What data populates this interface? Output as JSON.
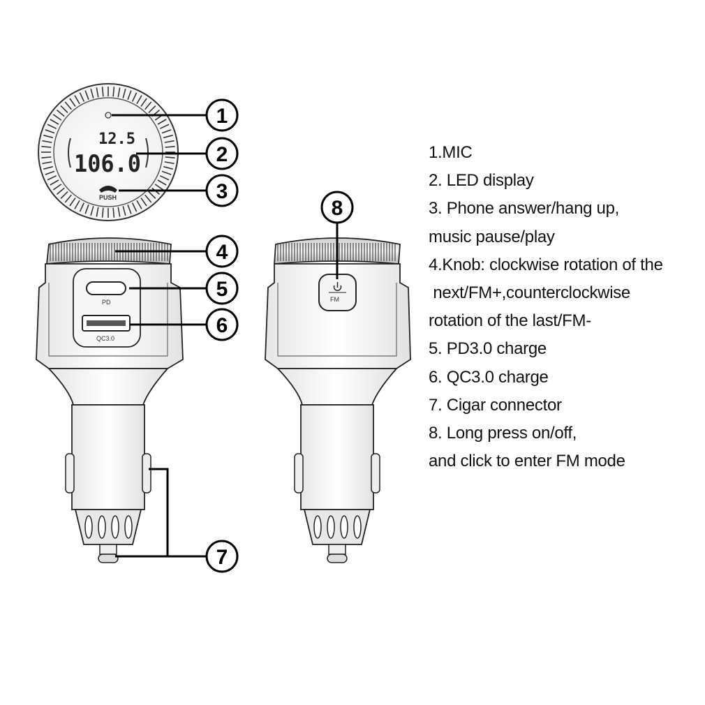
{
  "device_labels": {
    "pd_port": "PD",
    "qc_port": "QC3.0",
    "push_button": "PUSH",
    "fm_button": "FM",
    "display_upper": "12.5",
    "display_lower": "106.0"
  },
  "callouts": [
    "1",
    "2",
    "3",
    "4",
    "5",
    "6",
    "7",
    "8"
  ],
  "legend": [
    "1.MIC",
    "2. LED display",
    "3. Phone answer/hang up,",
    "music pause/play",
    "4.Knob: clockwise rotation of the",
    " next/FM+,counterclockwise",
    "rotation of the last/FM-",
    "5. PD3.0 charge",
    "6. QC3.0 charge",
    "7. Cigar connector",
    "8. Long press on/off,",
    "and click to enter FM mode"
  ]
}
